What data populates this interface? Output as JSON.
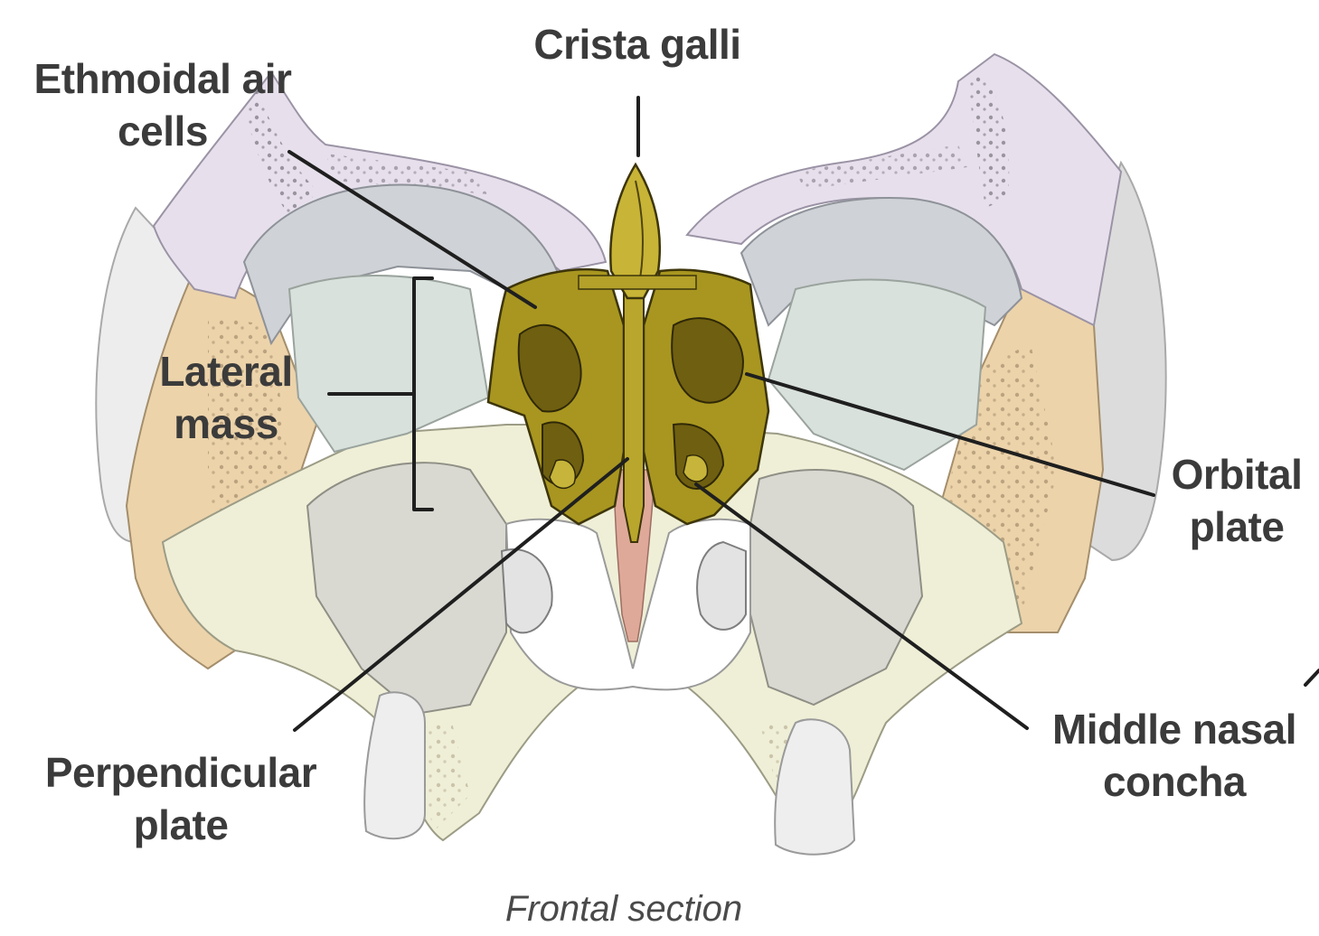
{
  "diagram": {
    "labels": {
      "crista_galli": [
        "Crista galli"
      ],
      "ethmoidal_air_cells": [
        "Ethmoidal air",
        "cells"
      ],
      "lateral_mass": [
        "Lateral",
        "mass"
      ],
      "orbital_plate": [
        "Orbital",
        "plate"
      ],
      "perpendicular_plate": [
        "Perpendicular",
        "plate"
      ],
      "middle_nasal_concha": [
        "Middle nasal",
        "concha"
      ]
    },
    "caption": "Frontal section",
    "colors": {
      "ethmoid_bone": "#a89620",
      "ethmoid_shadow": "#6f5f10",
      "septum_cartilage": "#dfa99a",
      "frontal_bone": "#e7e0ec",
      "zygomatic_bone": "#ecd3aa",
      "maxilla": "#efefd7",
      "orbit_wall": "#cfd2d6",
      "leader_line": "#1f1f1f"
    }
  }
}
